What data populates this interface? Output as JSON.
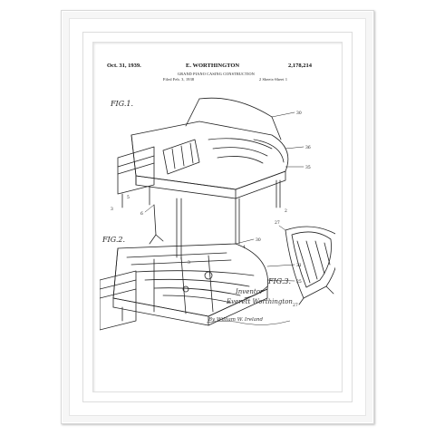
{
  "patent": {
    "date": "Oct. 31, 1939.",
    "inventor_header": "E. WORTHINGTON",
    "number": "2,178,214",
    "title": "GRAND PIANO CASING CONSTRUCTION",
    "filed": "Filed Feb. 3, 1938",
    "sheets": "2 Sheets-Sheet 1"
  },
  "figures": {
    "fig1": "FIG.1.",
    "fig2": "FIG.2.",
    "fig3": "FIG.3."
  },
  "inventor_block": {
    "label": "Inventor",
    "name": "Everett Worthington",
    "attorney": "By William W. Ireland"
  }
}
